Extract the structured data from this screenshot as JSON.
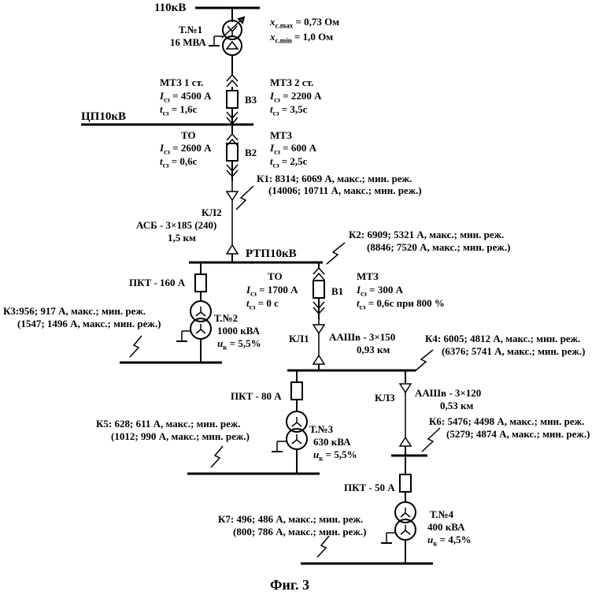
{
  "labels": {
    "bus_110": "110кВ",
    "t1_name": "Т.№1",
    "t1_power": "16 МВА",
    "xc_max": "x",
    "xc_max_sub": "c.max",
    "xc_max_val": "= 0,73 Ом",
    "xc_min": "x",
    "xc_min_sub": "c.min",
    "xc_min_val": "= 1,0 Ом",
    "mtz1_title": "МТЗ  1 ст.",
    "mtz1_i": "I",
    "mtz1_i_sub": "сз",
    "mtz1_i_val": "= 4500 А",
    "mtz1_t": "t",
    "mtz1_t_sub": "сз",
    "mtz1_t_val": "= 1,6с",
    "b3": "В3",
    "mtz2_title": "МТЗ  2 ст.",
    "mtz2_i": "I",
    "mtz2_i_sub": "сз",
    "mtz2_i_val": "= 2200 А",
    "mtz2_t": "t",
    "mtz2_t_sub": "сз",
    "mtz2_t_val": "= 3,5с",
    "bus_cp": "ЦП10кВ",
    "to_b2_title": "ТО",
    "to_b2_i": "I",
    "to_b2_i_sub": "сз",
    "to_b2_i_val": "= 2600 А",
    "to_b2_t": "t",
    "to_b2_t_sub": "сз",
    "to_b2_t_val": "= 0,6с",
    "b2": "В2",
    "mtz_b2_title": "МТЗ",
    "mtz_b2_i": "I",
    "mtz_b2_i_sub": "сз",
    "mtz_b2_i_val": "= 600 А",
    "mtz_b2_t": "t",
    "mtz_b2_t_sub": "сз",
    "mtz_b2_t_val": "= 2,5с",
    "k1_line1": "К1: 8314; 6069 А, макс.; мин. реж.",
    "k1_line2": "(14006; 10711 А, макс.; мин. реж.)",
    "kl2": "КЛ2",
    "asb_line1": "АСБ - 3×185 (240)",
    "asb_line2": "1,5 км",
    "k2_line1": "К2: 6909; 5321 А, макс.; мин. реж.",
    "k2_line2": "(8846; 7520 А, макс.; мин. реж.)",
    "bus_rtp": "РТП10кВ",
    "pkt160": "ПКТ - 160 А",
    "to_b1_title": "ТО",
    "to_b1_i": "I",
    "to_b1_i_sub": "сз",
    "to_b1_i_val": "= 1700 А",
    "to_b1_t": "t",
    "to_b1_t_sub": "сз",
    "to_b1_t_val": "= 0 с",
    "b1": "В1",
    "mtz_b1_title": "МТЗ",
    "mtz_b1_i": "I",
    "mtz_b1_i_sub": "сз",
    "mtz_b1_i_val": "= 300 А",
    "mtz_b1_t": "t",
    "mtz_b1_t_sub": "сз",
    "mtz_b1_t_val": "= 0,6с при 800 %",
    "k3_line1": "К3:956; 917 А, макс.; мин. реж.",
    "k3_line2": "(1547; 1496 А, макс.; мин. реж.)",
    "t2_name": "Т.№2",
    "t2_power": "1000 кВА",
    "t2_uk": "u",
    "t2_uk_sub": "к",
    "t2_uk_val": "= 5,5%",
    "kl1": "КЛ1",
    "aashv150_line1": "ААШв - 3×150",
    "aashv150_line2": "0,93 км",
    "k4_line1": "К4: 6005; 4812 А, макс.; мин. реж.",
    "k4_line2": "(6376; 5741 А, макс.; мин. реж.)",
    "pkt80": "ПКТ - 80 А",
    "kl3": "КЛ3",
    "aashv120_line1": "ААШв - 3×120",
    "aashv120_line2": "0,53 км",
    "k5_line1": "К5: 628; 611 А, макс.; мин. реж.",
    "k5_line2": "(1012; 990 А, макс.; мин. реж.)",
    "t3_name": "Т.№3",
    "t3_power": "630 кВА",
    "t3_uk": "u",
    "t3_uk_sub": "к",
    "t3_uk_val": "= 5,5%",
    "k6_line1": "К6: 5476; 4498 А, макс.; мин. реж.",
    "k6_line2": "(5279; 4874 А, макс.; мин. реж.)",
    "pkt50": "ПКТ - 50 А",
    "k7_line1": "К7: 496; 486 А, макс.; мин. реж.",
    "k7_line2": "(800; 786 А, макс.; мин. реж.)",
    "t4_name": "Т.№4",
    "t4_power": "400 кВА",
    "t4_uk": "u",
    "t4_uk_sub": "к",
    "t4_uk_val": "= 4,5%",
    "figure": "Фиг. 3"
  }
}
